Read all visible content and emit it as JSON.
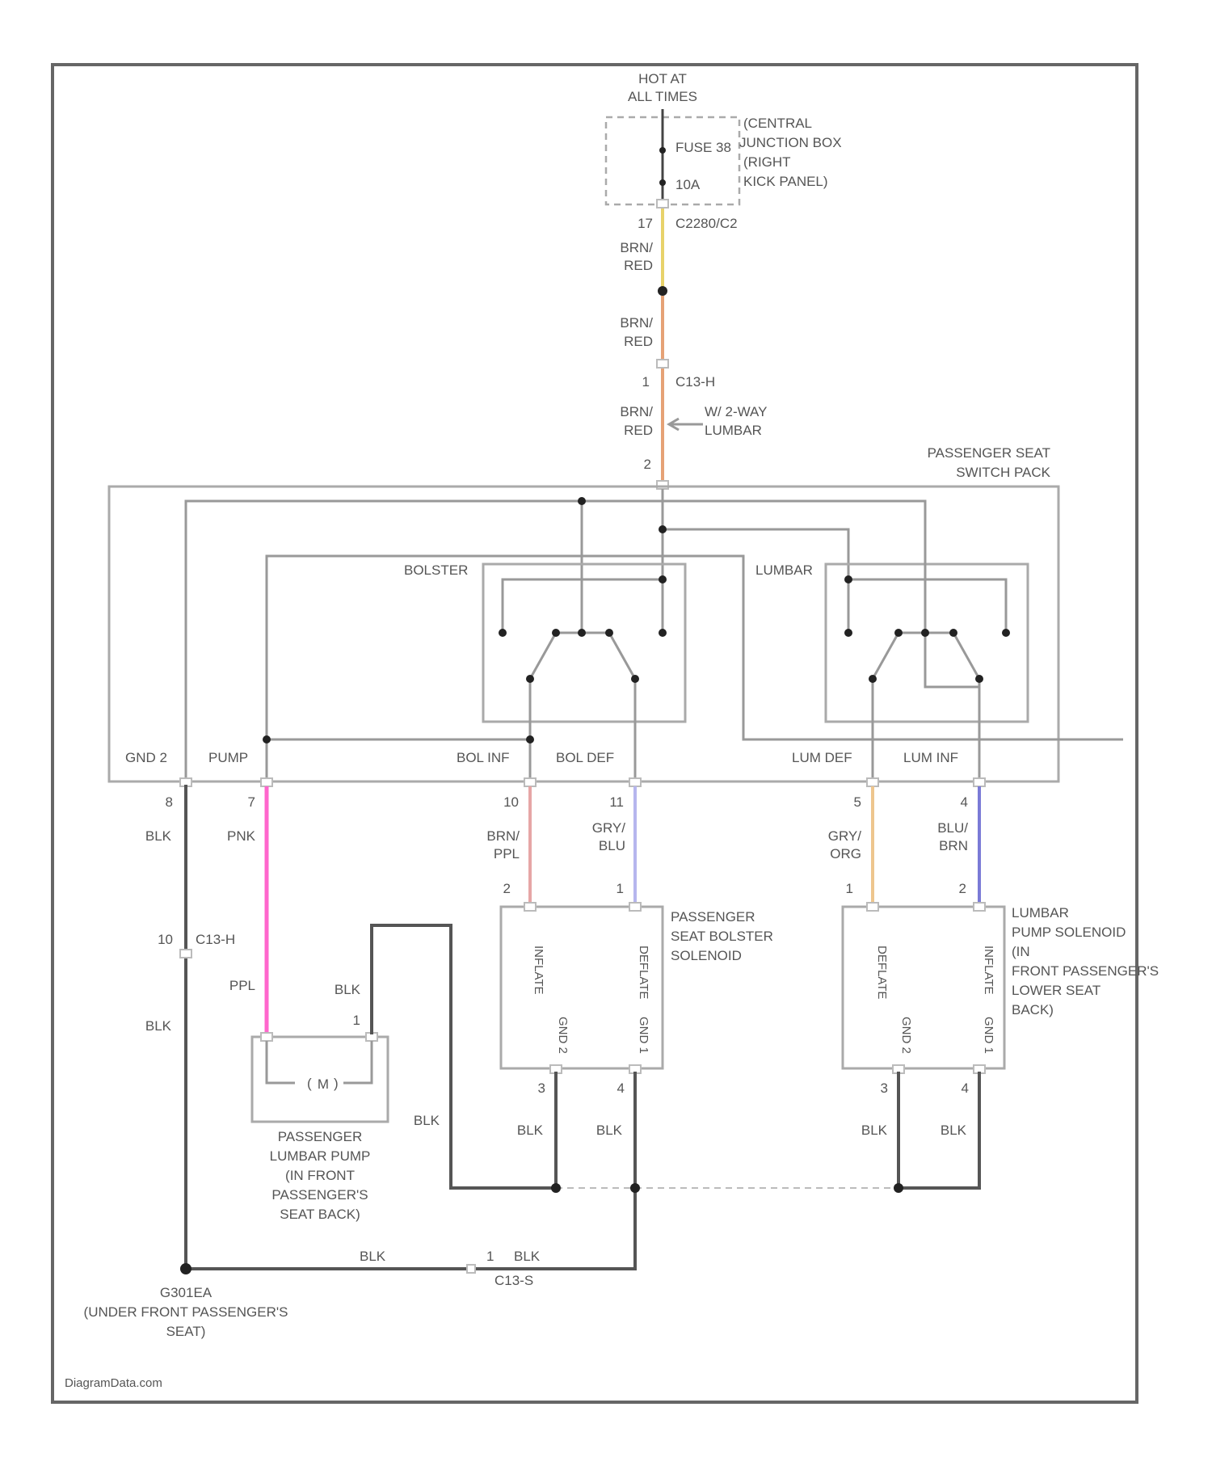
{
  "power": {
    "hot": [
      "HOT AT",
      "ALL TIMES"
    ],
    "fuse": "FUSE 38",
    "fuse_amp": "10A",
    "cjb": [
      "(CENTRAL",
      "JUNCTION BOX",
      "(RIGHT",
      "KICK PANEL)"
    ],
    "conn_pin": "17",
    "conn_name": "C2280/C2"
  },
  "wires": {
    "brn_red": [
      "BRN/",
      "RED"
    ],
    "blk": "BLK",
    "pnk": "PNK",
    "ppl": "PPL",
    "brn_ppl": [
      "BRN/",
      "PPL"
    ],
    "gry_blu": [
      "GRY/",
      "BLU"
    ],
    "gry_org": [
      "GRY/",
      "ORG"
    ],
    "blu_brn": [
      "BLU/",
      "BRN"
    ]
  },
  "connectors": {
    "c1": "1",
    "c1_name": "C13-H",
    "c2": "2",
    "w2way": [
      "W/ 2-WAY",
      "LUMBAR"
    ],
    "gnd2_pin": "8",
    "pump_pin": "7",
    "bolinf_pin": "10",
    "boldef_pin": "11",
    "lumdef_pin": "5",
    "luminf_pin": "4",
    "c13_pin": "10",
    "c13_name": "C13-H",
    "sol_pin2": "2",
    "sol_pin1": "1",
    "lsol_pin1": "1",
    "lsol_pin2": "2",
    "pump_c1": "1",
    "pump_c2": "1",
    "bg3": "3",
    "bg4": "4",
    "lg3": "3",
    "lg4": "4",
    "bottom_pin": "1",
    "bottom_name": "C13-S"
  },
  "switch_pack": {
    "title": [
      "PASSENGER SEAT",
      "SWITCH PACK"
    ],
    "bolster": "BOLSTER",
    "lumbar": "LUMBAR",
    "gnd2": "GND 2",
    "pump": "PUMP",
    "bol_inf": "BOL INF",
    "bol_def": "BOL DEF",
    "lum_def": "LUM DEF",
    "lum_inf": "LUM INF"
  },
  "bolster_solenoid": {
    "title": [
      "PASSENGER",
      "SEAT BOLSTER",
      "SOLENOID"
    ],
    "inflate": "INFLATE",
    "deflate": "DEFLATE",
    "gnd2": "GND 2",
    "gnd1": "GND 1"
  },
  "lumbar_solenoid": {
    "title": [
      "LUMBAR",
      "PUMP SOLENOID",
      "(IN",
      "FRONT PASSENGER'S",
      "LOWER SEAT",
      "BACK)"
    ],
    "deflate": "DEFLATE",
    "inflate": "INFLATE",
    "gnd2": "GND 2",
    "gnd1": "GND 1"
  },
  "pump": {
    "motor": "M",
    "title": [
      "PASSENGER",
      "LUMBAR PUMP",
      "(IN FRONT",
      "PASSENGER'S",
      "SEAT BACK)"
    ]
  },
  "ground": {
    "name": "G301EA",
    "desc": [
      "(UNDER FRONT PASSENGER'S",
      "SEAT)"
    ]
  },
  "watermark": "DiagramData.com",
  "colors": {
    "brn_red": "#e6a276",
    "pnk": "#ff66cc",
    "brn_ppl": "#e6a6a6",
    "gry_blu": "#b6b6ee",
    "gry_org": "#eec68e",
    "blu_brn": "#7a7ad6",
    "yellow": "#e8d26a"
  }
}
